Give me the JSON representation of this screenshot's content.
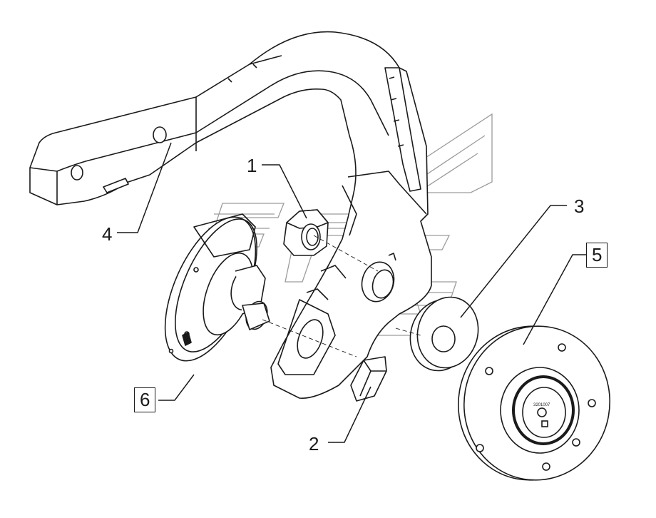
{
  "diagram": {
    "callouts": [
      {
        "id": "1",
        "label": "1",
        "boxed": false
      },
      {
        "id": "2",
        "label": "2",
        "boxed": false
      },
      {
        "id": "3",
        "label": "3",
        "boxed": false
      },
      {
        "id": "4",
        "label": "4",
        "boxed": false
      },
      {
        "id": "5",
        "label": "5",
        "boxed": true
      },
      {
        "id": "6",
        "label": "6",
        "boxed": true
      }
    ],
    "hub_label": "3201007",
    "colors": {
      "line": "#1a1a1a",
      "part_fill": "#ffffff",
      "watermark": "#8a8a8a"
    }
  }
}
